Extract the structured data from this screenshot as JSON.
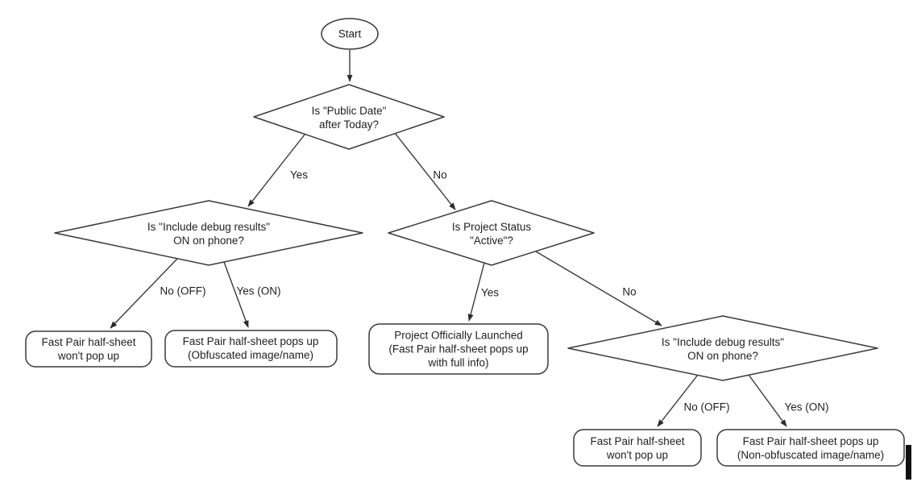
{
  "diagram": {
    "background_color": "#ffffff",
    "stroke_color": "#3a3a3a",
    "text_color": "#1f1f1f",
    "nodes": {
      "start": {
        "type": "terminator",
        "label": "Start"
      },
      "public_date_check": {
        "type": "decision",
        "label": "Is \"Public Date\"\nafter Today?"
      },
      "debug_check_left": {
        "type": "decision",
        "label": "Is \"Include debug results\"\nON on phone?"
      },
      "project_status_check": {
        "type": "decision",
        "label": "Is Project Status\n\"Active\"?"
      },
      "debug_check_right": {
        "type": "decision",
        "label": "Is \"Include debug results\"\nON on phone?"
      },
      "no_popup_left": {
        "type": "result",
        "label": "Fast Pair half-sheet\nwon't pop up"
      },
      "obfuscated_popup": {
        "type": "result",
        "label": "Fast Pair half-sheet pops up\n(Obfuscated image/name)"
      },
      "launched": {
        "type": "result",
        "label": "Project Officially Launched\n(Fast Pair half-sheet pops up\nwith full info)"
      },
      "no_popup_right": {
        "type": "result",
        "label": "Fast Pair half-sheet\nwon't pop up"
      },
      "non_obfuscated_popup": {
        "type": "result",
        "label": "Fast Pair half-sheet pops up\n(Non-obfuscated image/name)"
      }
    },
    "edges": {
      "public_date_yes": {
        "label": "Yes"
      },
      "public_date_no": {
        "label": "No"
      },
      "debug_left_no": {
        "label": "No (OFF)"
      },
      "debug_left_yes": {
        "label": "Yes (ON)"
      },
      "status_yes": {
        "label": "Yes"
      },
      "status_no": {
        "label": "No"
      },
      "debug_right_no": {
        "label": "No (OFF)"
      },
      "debug_right_yes": {
        "label": "Yes (ON)"
      }
    }
  }
}
